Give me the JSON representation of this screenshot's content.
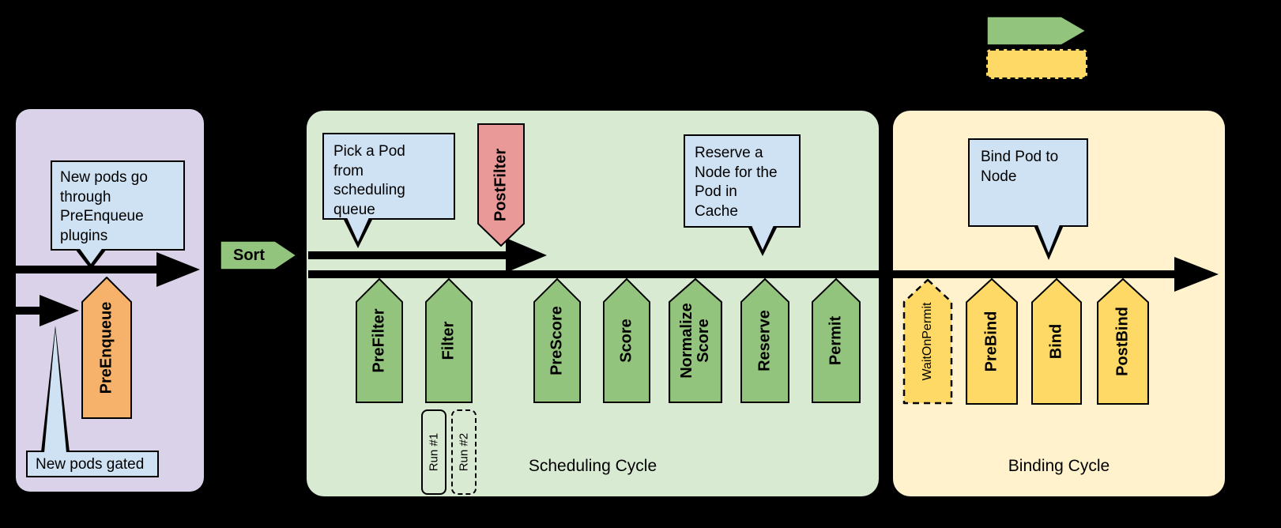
{
  "queue_section": {
    "callout_preenqueue": "New pods go through PreEnqueue plugins",
    "callout_gated": "New pods gated",
    "preenqueue_label": "PreEnqueue",
    "sort_label": "Sort"
  },
  "scheduling_cycle": {
    "title": "Scheduling Cycle",
    "callout_pick_pod": "Pick a Pod from scheduling queue",
    "callout_reserve": "Reserve a Node for the Pod in Cache",
    "postfilter_label": "PostFilter",
    "points": [
      "PreFilter",
      "Filter",
      "PreScore",
      "Score",
      "Normalize Score",
      "Reserve",
      "Permit"
    ],
    "filter_runs": [
      "Run #1",
      "Run #2"
    ]
  },
  "binding_cycle": {
    "title": "Binding Cycle",
    "callout_bind": "Bind Pod to Node",
    "points": [
      "WaitOnPermit",
      "PreBind",
      "Bind",
      "PostBind"
    ]
  },
  "colors": {
    "background": "#000000",
    "enabled_green": "#93c47d",
    "disabled_yellow": "#ffd966",
    "preenqueue_orange": "#f6b26b",
    "postfilter_red": "#ea9999",
    "callout_blue": "#cfe2f3",
    "queue_purple": "#d9d2e9",
    "scheduling_green": "#d9ead3",
    "binding_cream": "#fff2cc"
  }
}
